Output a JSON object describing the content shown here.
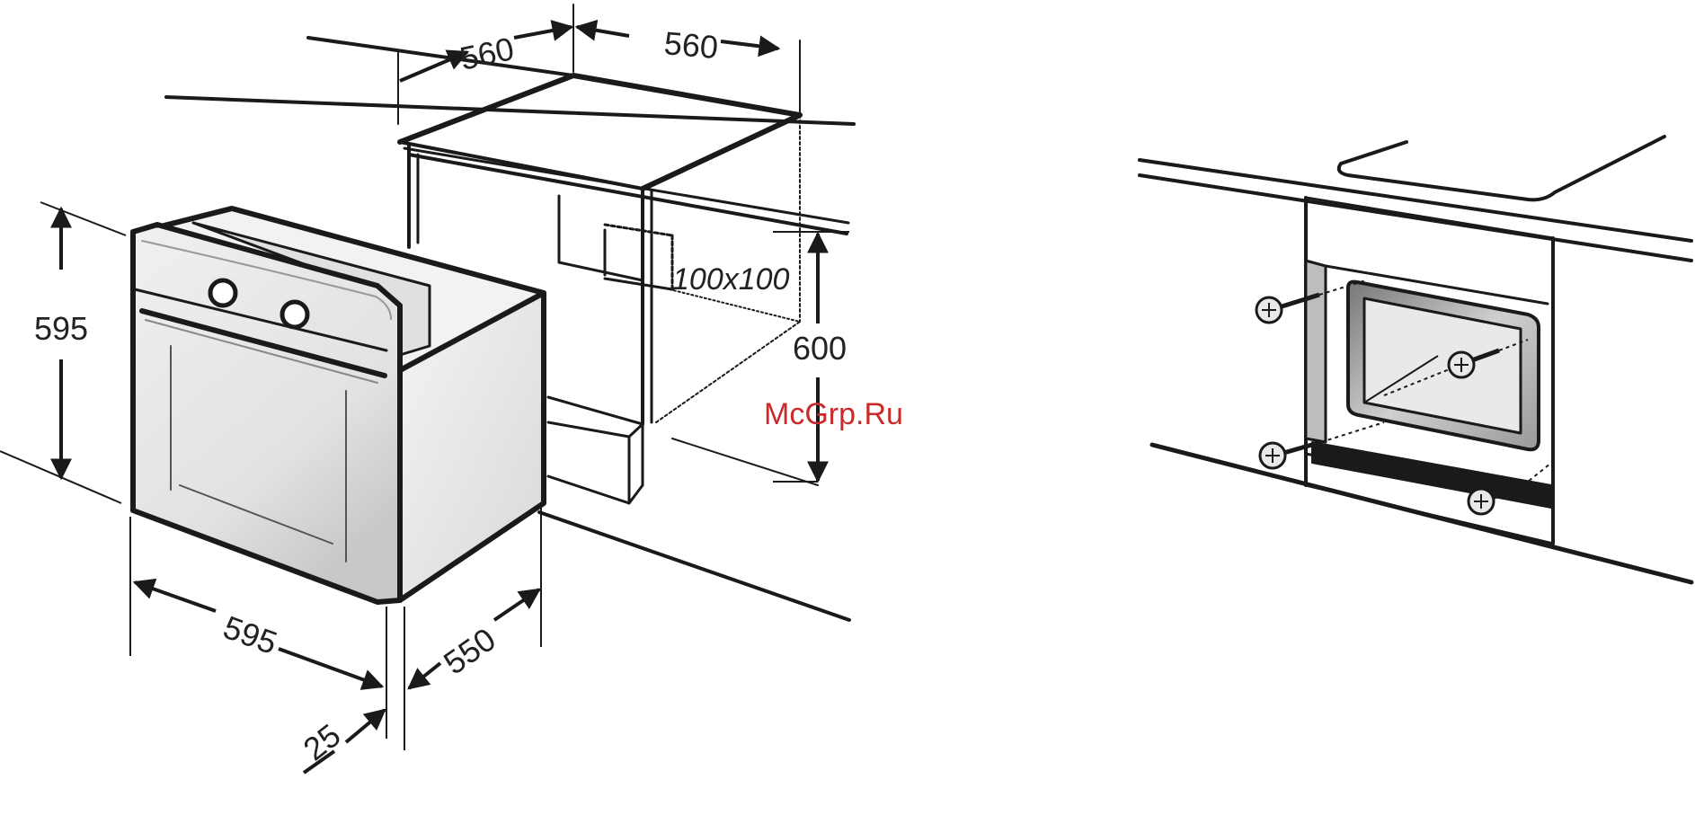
{
  "dimensions": {
    "top_depth": "560",
    "top_width": "560",
    "vent_opening": "100x100",
    "niche_height": "600",
    "oven_height": "595",
    "oven_width": "595",
    "oven_depth": "550",
    "front_offset": "25"
  },
  "watermark": "McGrp.Ru",
  "colors": {
    "line": "#1a1a1a",
    "watermark": "#cc2a2a"
  }
}
